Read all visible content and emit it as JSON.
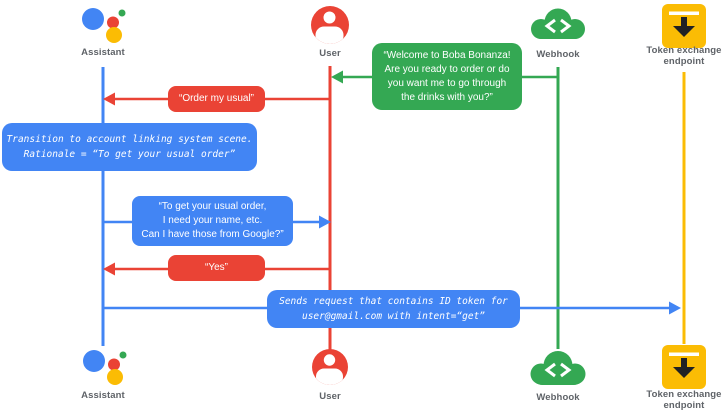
{
  "palette": {
    "blue": "#4285F4",
    "red": "#EA4335",
    "green": "#34A853",
    "yellow": "#FBBC04",
    "label_gray": "#5F6368",
    "message_text": "#FFFFFF",
    "arrow_glyph_dark": "#202124"
  },
  "actors": {
    "assistant": {
      "label": "Assistant",
      "icon": "google-assistant-logo",
      "lifeline_color": "#4285F4"
    },
    "user": {
      "label": "User",
      "icon": "account-circle-icon",
      "lifeline_color": "#EA4335"
    },
    "webhook": {
      "label": "Webhook",
      "icon": "cloud-code-icon",
      "lifeline_color": "#34A853"
    },
    "token_endpoint": {
      "label": "Token exchange\nendpoint",
      "icon": "inbox-download-icon",
      "lifeline_color": "#FBBC04"
    }
  },
  "messages": [
    {
      "id": "welcome",
      "from": "webhook",
      "to": "user",
      "color": "green",
      "text": "“Welcome to Boba Bonanza!\nAre you ready to order or do\nyou want me to go through\nthe drinks with you?”"
    },
    {
      "id": "order_my_usual",
      "from": "user",
      "to": "assistant",
      "color": "red",
      "text": "“Order my usual”"
    },
    {
      "id": "transition_note",
      "on": "assistant",
      "color": "blue",
      "style": "mono-italic",
      "text": "Transition to account linking system scene.\nRationale = “To get your usual order”"
    },
    {
      "id": "ask_permission",
      "from": "assistant",
      "to": "user",
      "color": "blue",
      "text": "“To get your usual order,\nI need your name, etc.\nCan I have those from Google?”"
    },
    {
      "id": "yes",
      "from": "user",
      "to": "assistant",
      "color": "red",
      "text": "“Yes”"
    },
    {
      "id": "sends_request",
      "from": "assistant",
      "to": "token_endpoint",
      "color": "blue",
      "style": "mono-italic",
      "text": "Sends request that contains ID token for\nuser@gmail.com with intent=“get”"
    }
  ]
}
